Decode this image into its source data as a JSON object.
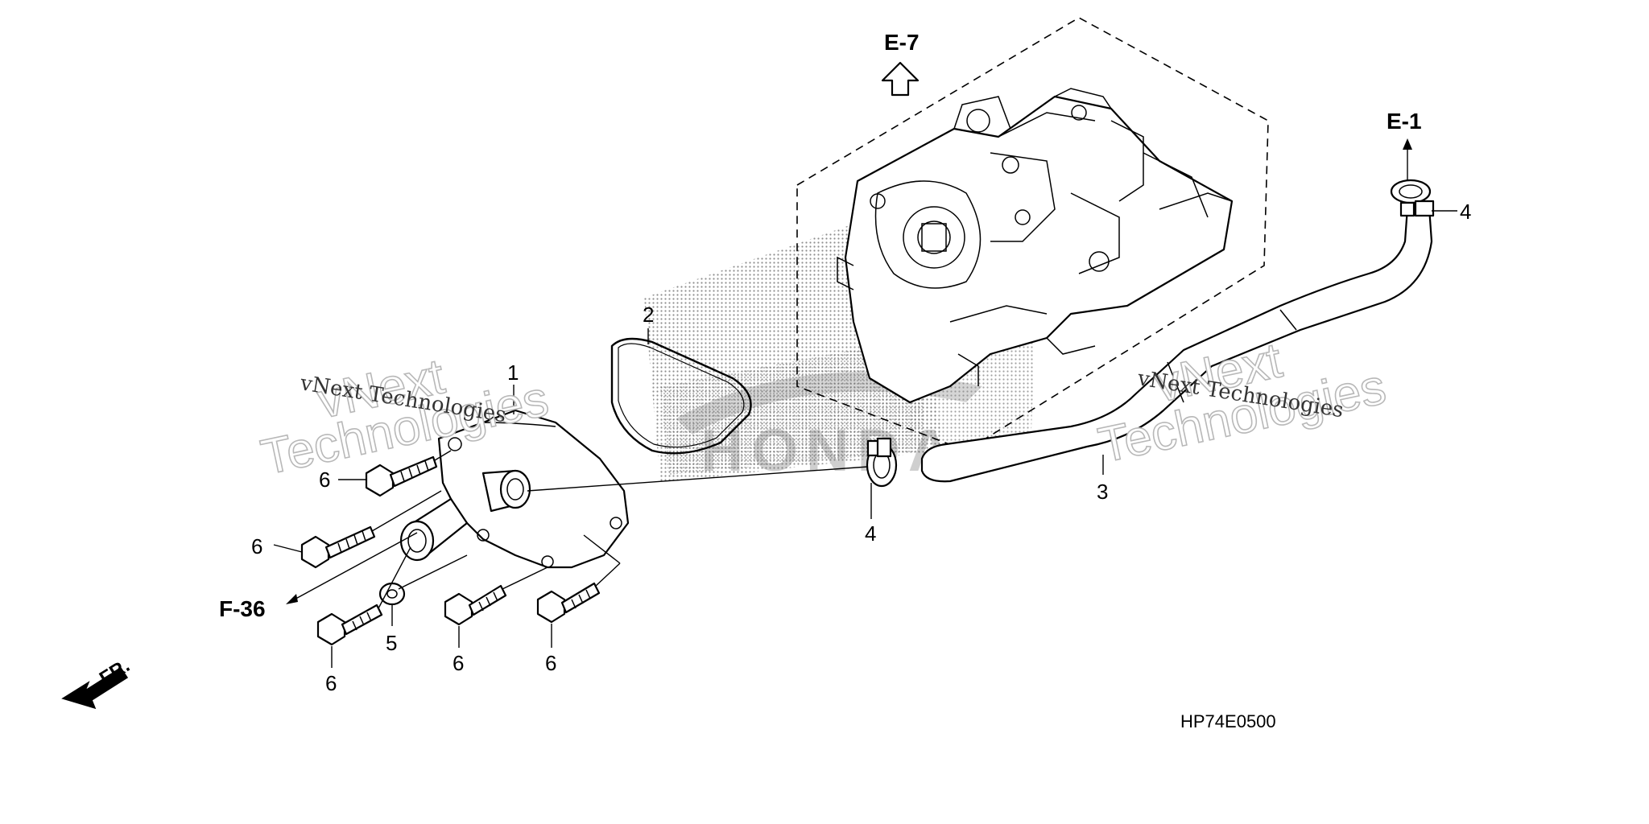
{
  "labels": {
    "p1": "1",
    "p2": "2",
    "p3": "3",
    "p4a": "4",
    "p4b": "4",
    "p5": "5",
    "p6a": "6",
    "p6b": "6",
    "p6c": "6",
    "p6d": "6",
    "p6e": "6"
  },
  "refs": {
    "e7": "E-7",
    "e1": "E-1",
    "f36": "F-36",
    "fr": "FR."
  },
  "diagram_code": "HP74E0500",
  "watermarks": {
    "line1": "vNext",
    "line2": "Technologies",
    "small": "vNext Technologies"
  },
  "brand_mark": "HONDA",
  "colors": {
    "ink": "#000000",
    "watermark": "#b8b8b8",
    "stipple": "#7a7a7a"
  }
}
